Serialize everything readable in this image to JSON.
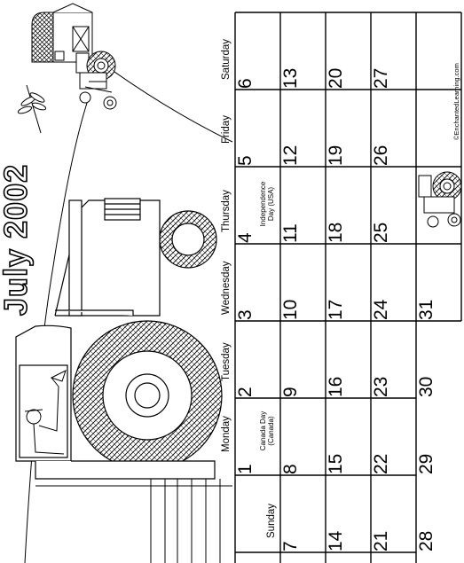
{
  "title": "July 2002",
  "copyright": "©EnchantedLearning.com",
  "weekdays": [
    "Sunday",
    "Monday",
    "Tuesday",
    "Wednesday",
    "Thursday",
    "Friday",
    "Saturday"
  ],
  "days": [
    "1",
    "2",
    "3",
    "4",
    "5",
    "6",
    "7",
    "8",
    "9",
    "10",
    "11",
    "12",
    "13",
    "14",
    "15",
    "16",
    "17",
    "18",
    "19",
    "20",
    "21",
    "22",
    "23",
    "24",
    "25",
    "26",
    "27",
    "28",
    "29",
    "30",
    "31"
  ],
  "holidays": {
    "canada_day": "Canada Day (Canada)",
    "independence_day": "Independence Day (USA)"
  },
  "icons": [
    "barn-icon",
    "tractor-icon",
    "dragonfly-icon",
    "farmer-icon"
  ]
}
